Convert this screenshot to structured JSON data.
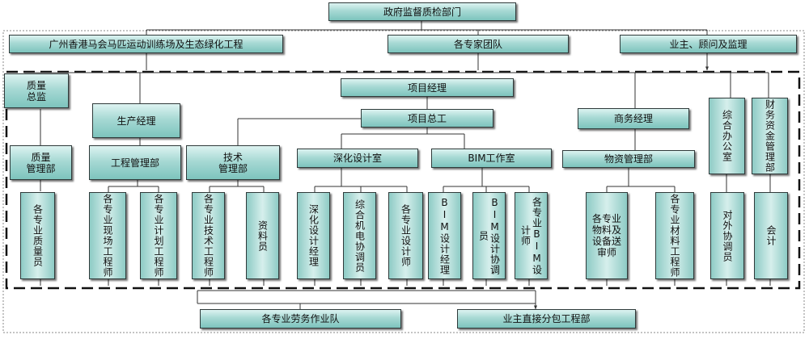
{
  "org_chart": {
    "top": "政府监督质检部门",
    "row2": [
      "广州香港马会马匹运动训练场及生态绿化工程",
      "各专家团队",
      "业主、顾问及监理"
    ],
    "project_manager": "项目经理",
    "quality_director": "质量\n总监",
    "production_manager": "生产经理",
    "chief_engineer": "项目总工",
    "commercial_manager": "商务经理",
    "admin_office": "综合办公室",
    "finance_dept": "财务资金管理部",
    "depts": [
      "质量\n管理部",
      "工程管理部",
      "技术\n管理部",
      "深化设计室",
      "BIM工作室",
      "物资管理部"
    ],
    "staff": [
      "各专业质量员",
      "各专业现场工程师",
      "各专业计划工程师",
      "各专业技术工程师",
      "资料员",
      "深化设计经理",
      "综合机电协调员",
      "各专业设计师",
      "BIM设计经理",
      "BIM设计协调员",
      "各专业BIM设计师",
      "各专业物料及设备送审师",
      "各专业材料工程师",
      "对外协调员",
      "会计"
    ],
    "bottom": [
      "各专业劳务作业队",
      "业主直接分包工程部"
    ]
  }
}
